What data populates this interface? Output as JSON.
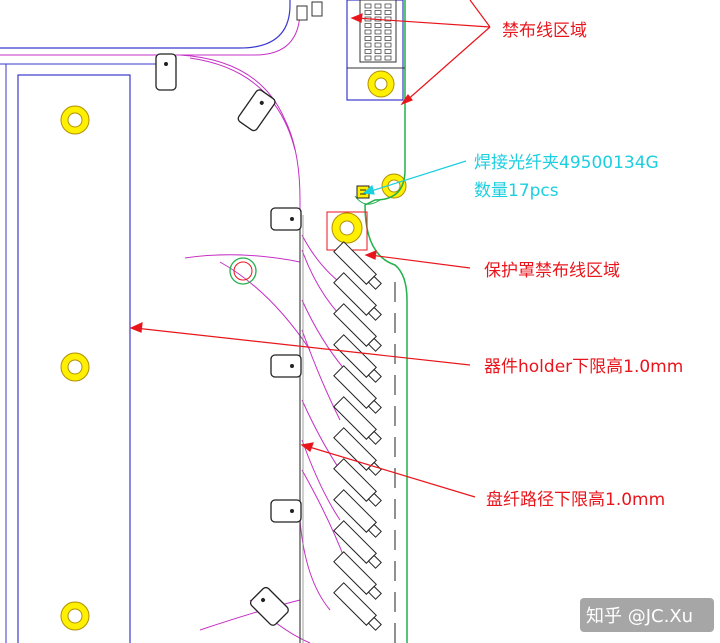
{
  "annotations": {
    "no_routing_zone": "禁布线区域",
    "clip_line1": "焊接光纤夹49500134G",
    "clip_line2": "数量17pcs",
    "cover_zone": "保护罩禁布线区域",
    "holder_limit": "器件holder下限高1.0mm",
    "path_limit": "盘纤路径下限高1.0mm"
  },
  "watermark": "知乎 @JC.Xu",
  "colors": {
    "annotation_red": "#e8161c",
    "annotation_cyan": "#1ccfe0",
    "board_green": "#22b14c",
    "outline_blue": "#3a3acd",
    "fiber_magenta": "#c430c4",
    "mount_yellow": "#ffef00"
  }
}
